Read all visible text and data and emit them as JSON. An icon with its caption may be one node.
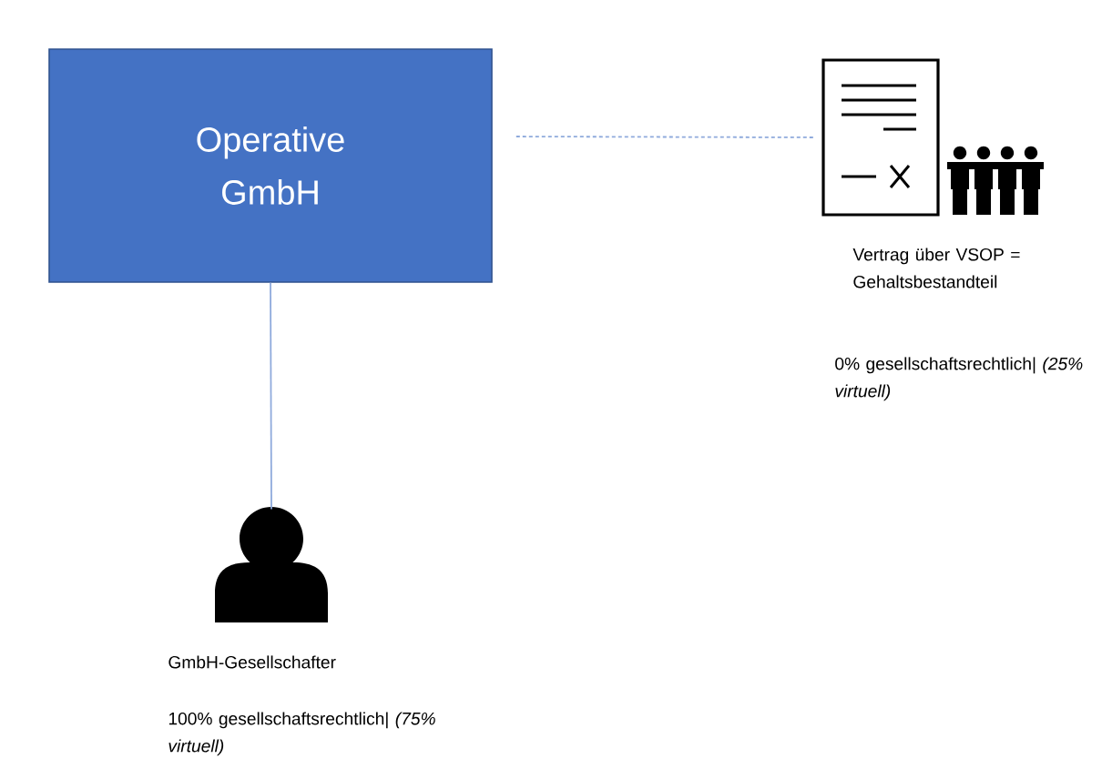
{
  "diagram": {
    "nodes": [
      {
        "text": [
          "Operative GmbH"
        ]
      },
      {
        "text": [],
        "shape": "picture",
        "beside": [
          "Vertrag über VSOP = Gehaltsbestandteil",
          "0% gesellschaftsrechtlich| *(25% virtuell)*"
        ]
      },
      {
        "text": [],
        "shape": "person",
        "beside": [
          "GmbH-Gesellschafter",
          "100% gesellschaftsrechtlich| *(75% virtuell)*"
        ]
      }
    ],
    "edges": [
      {
        "from": 0,
        "to": 1,
        "arrow": "none",
        "style": "dashed"
      },
      {
        "from": 0,
        "to": 2,
        "arrow": "none"
      }
    ]
  }
}
